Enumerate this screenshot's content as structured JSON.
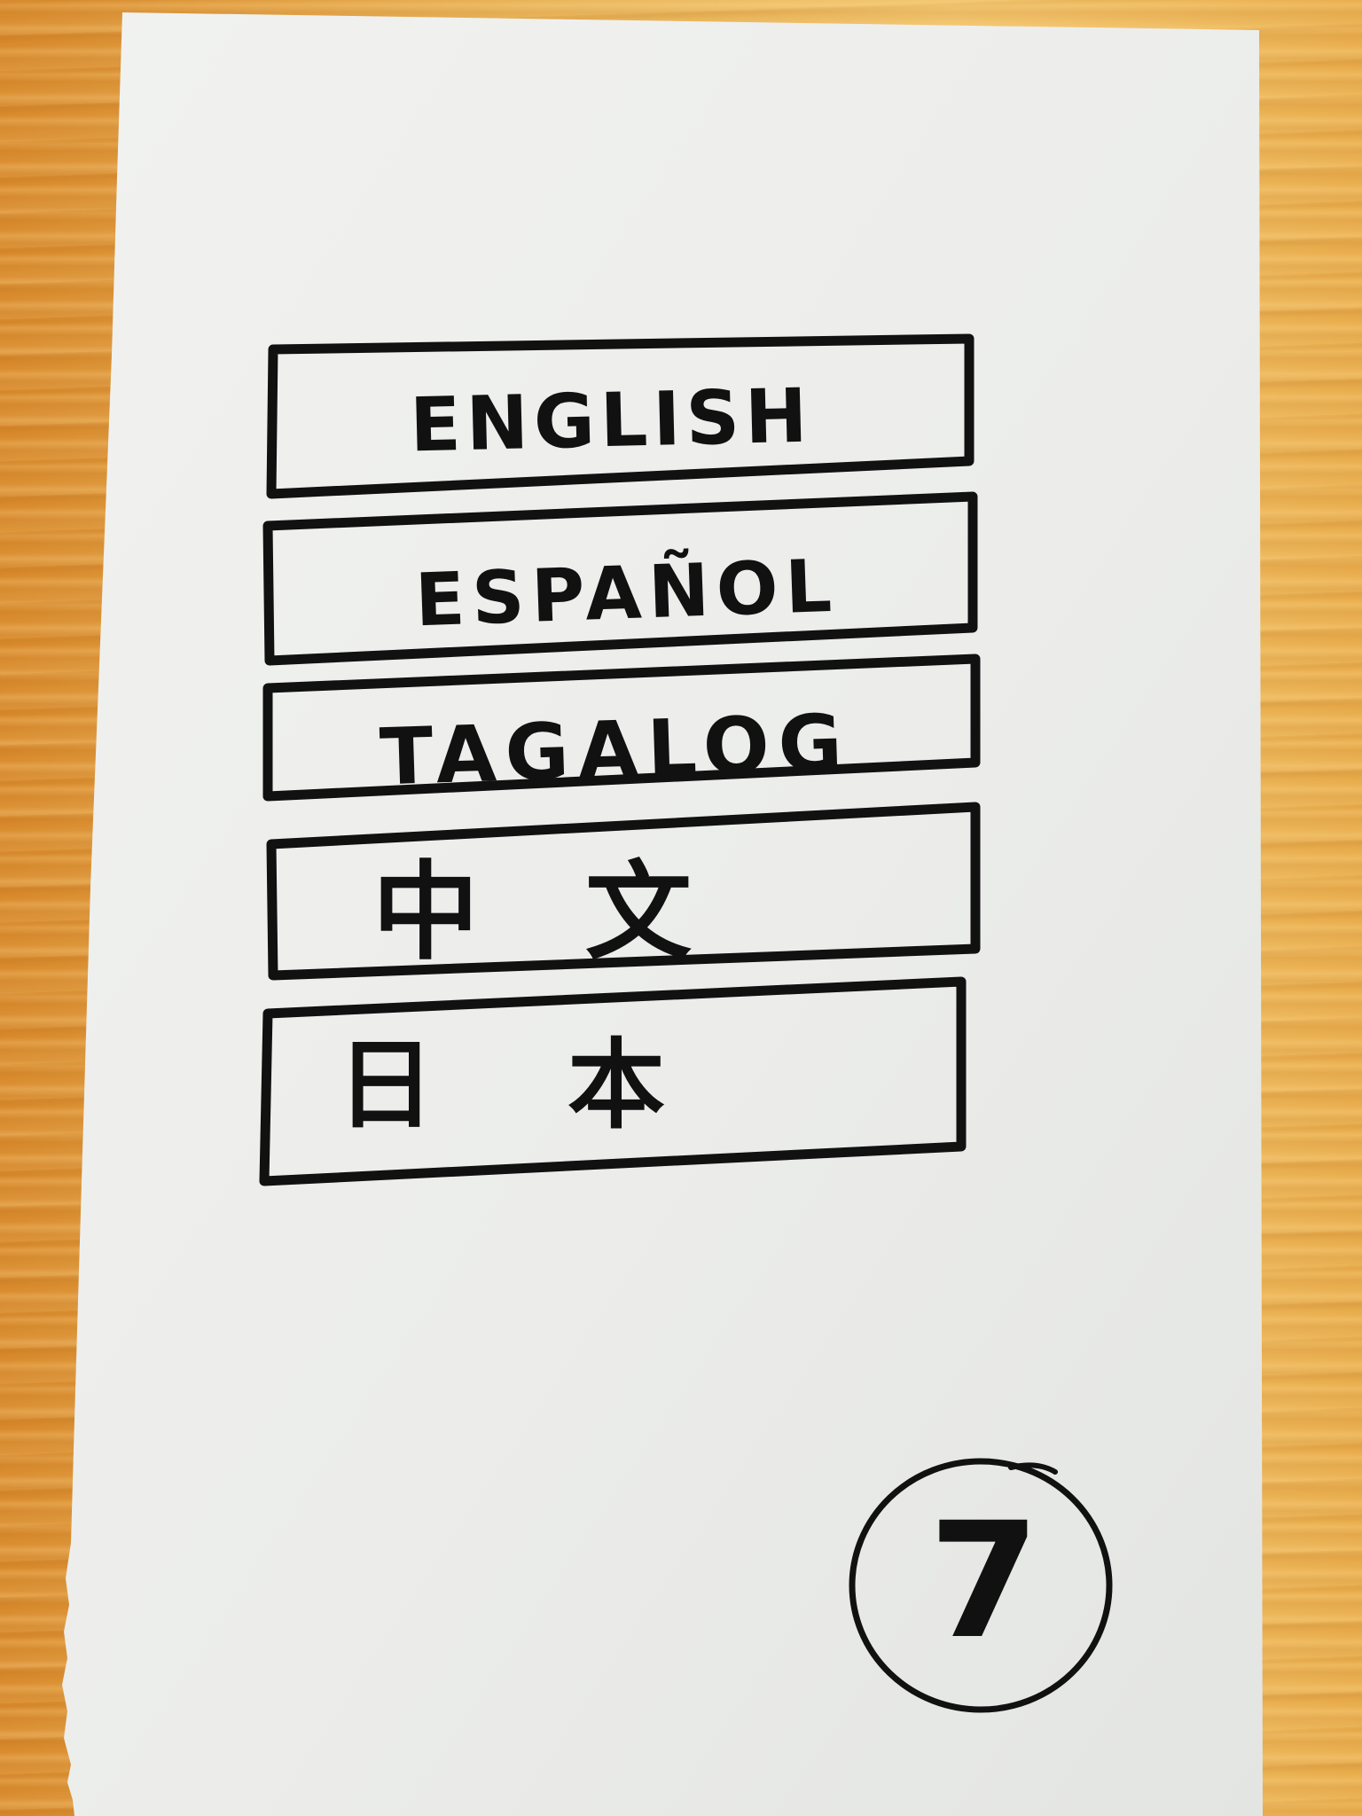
{
  "language_menu": {
    "options": [
      {
        "label": "ENGLISH"
      },
      {
        "label": "ESPAÑOL"
      },
      {
        "label": "TAGALOG"
      },
      {
        "label": "中文"
      },
      {
        "label": "日本"
      }
    ]
  },
  "page_number": "7",
  "colors": {
    "ink": "#111111",
    "paper": "#eceeec",
    "desk": "#e0a544"
  }
}
